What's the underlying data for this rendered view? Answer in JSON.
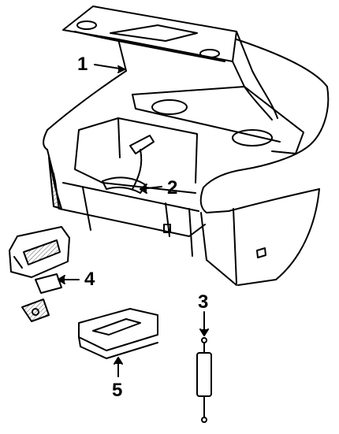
{
  "callouts": {
    "c1": "1",
    "c2": "2",
    "c3": "3",
    "c4": "4",
    "c5": "5"
  },
  "colors": {
    "line": "#000000",
    "background": "#ffffff",
    "hatch": "#555555"
  }
}
